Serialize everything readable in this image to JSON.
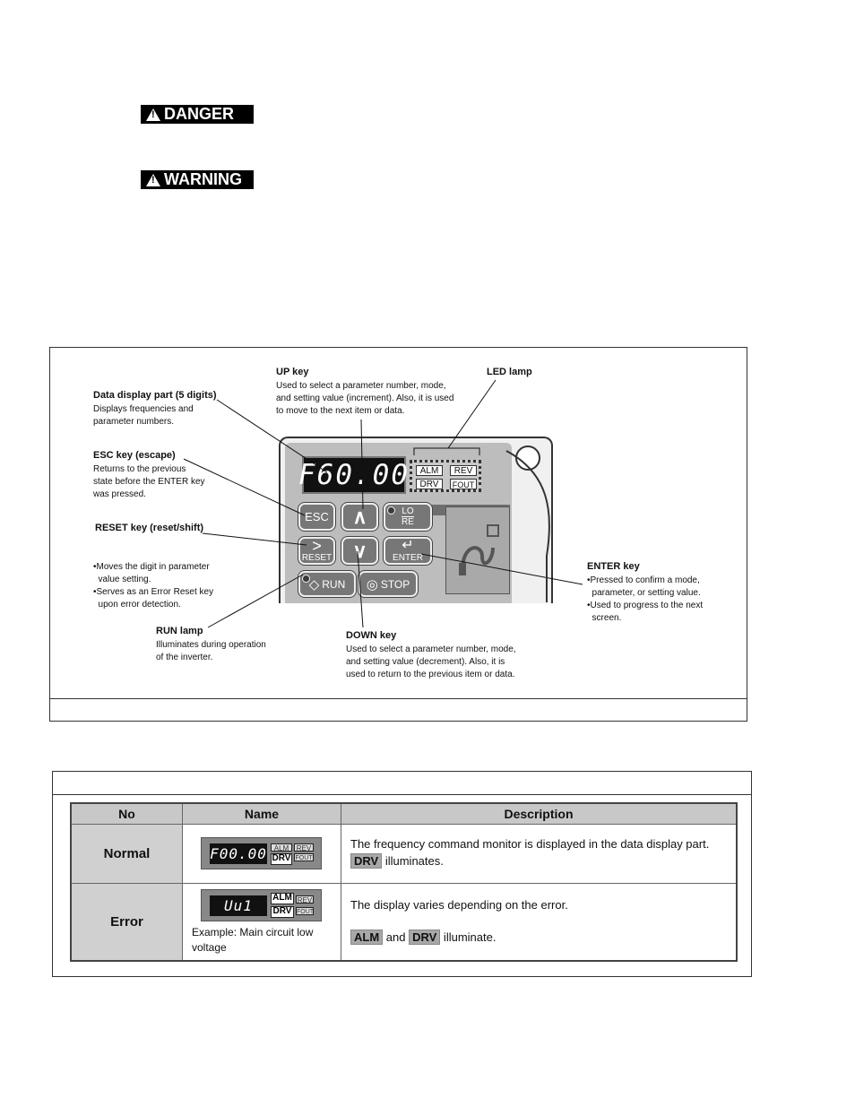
{
  "badges": {
    "danger": "DANGER",
    "warning": "WARNING"
  },
  "panel": {
    "display": "F60.00",
    "leds": [
      "ALM",
      "REV",
      "DRV",
      "FOUT"
    ],
    "keys": {
      "esc": "ESC",
      "up": "∧",
      "lo": "LO",
      "re": "RE",
      "reset_symbol": ">",
      "reset": "RESET",
      "down": "∨",
      "enter_symbol": "↵",
      "enter": "ENTER",
      "run_symbol": "◇",
      "run": "RUN",
      "stop_symbol": "◎",
      "stop": "STOP"
    }
  },
  "annotations": {
    "up": {
      "title": "UP key",
      "lines": [
        "Used to select a parameter number, mode,",
        "and setting value (increment). Also, it is used",
        "to move to the next item or data."
      ]
    },
    "led": {
      "title": "LED lamp"
    },
    "data": {
      "title": "Data display part (5 digits)",
      "lines": [
        "Displays frequencies and",
        "parameter numbers."
      ]
    },
    "esc": {
      "title": "ESC key (escape)",
      "lines": [
        "Returns to the previous",
        "state before the ENTER key",
        "was pressed."
      ]
    },
    "reset": {
      "title": "RESET key (reset/shift)",
      "lines": [
        "•Moves the digit in parameter",
        "  value setting.",
        "•Serves as an Error Reset key",
        "  upon error detection."
      ]
    },
    "enter": {
      "title": "ENTER key",
      "lines": [
        "•Pressed to confirm a mode,",
        "  parameter, or setting value.",
        "•Used to progress to the next",
        "  screen."
      ]
    },
    "run": {
      "title": "RUN lamp",
      "lines": [
        "Illuminates during operation",
        "of the inverter."
      ]
    },
    "down": {
      "title": "DOWN key",
      "lines": [
        "Used to select a parameter number, mode,",
        "and setting value (decrement). Also, it is",
        "used to return to the previous item or data."
      ]
    }
  },
  "table": {
    "headers": [
      "No",
      "Name",
      "Description"
    ],
    "rows": [
      {
        "no": "Normal",
        "display": "F00.00",
        "leds": [
          "ALM",
          "REV",
          "DRV",
          "FOUT"
        ],
        "name_note": "",
        "desc_text": "The frequency command monitor is displayed in the data display part.",
        "desc_hl1": "DRV",
        "desc_tail": " illuminates."
      },
      {
        "no": "Error",
        "display": "Uu1",
        "leds": [
          "ALM",
          "REV",
          "DRV",
          "FOUT"
        ],
        "name_note": "Example: Main circuit low voltage",
        "desc_text": "The display varies depending on the error.",
        "desc_hl1": "ALM",
        "desc_mid": " and ",
        "desc_hl2": "DRV",
        "desc_tail": " illuminate."
      }
    ]
  }
}
